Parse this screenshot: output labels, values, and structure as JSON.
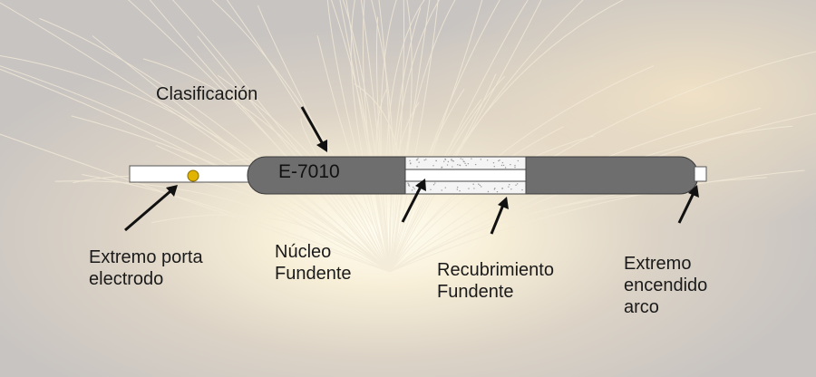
{
  "title": "Clasificación",
  "electrode": {
    "code": "E-7010"
  },
  "labels": {
    "porta_electrodo": [
      "Extremo porta",
      "electrodo"
    ],
    "nucleo": [
      "Núcleo",
      "Fundente"
    ],
    "recubrimiento": [
      "Recubrimiento",
      "Fundente"
    ],
    "arco": [
      "Extremo",
      "encendido",
      "arco"
    ]
  },
  "colors": {
    "coating": "#6e6e6e",
    "core_bare": "#ffffff",
    "dot": "#e0b400",
    "arrow": "#111111",
    "text": "#1a1a1a"
  }
}
